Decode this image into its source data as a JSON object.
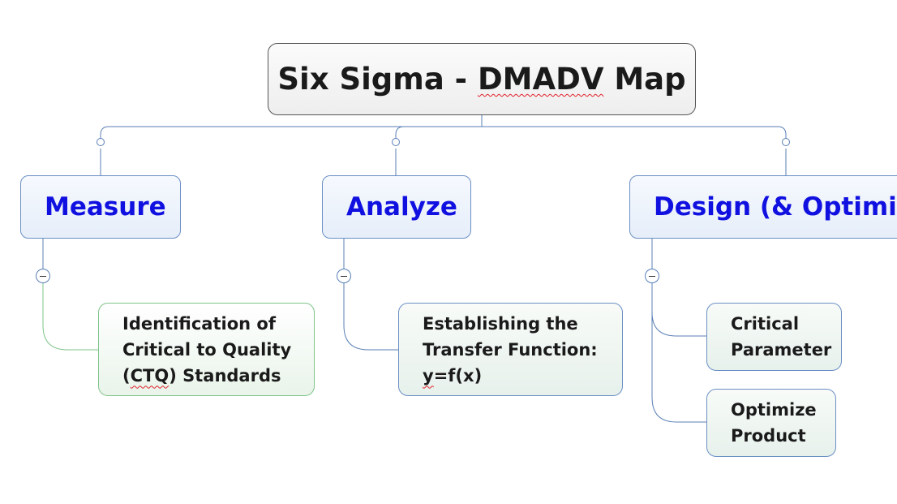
{
  "root": {
    "title_part1": "Six Sigma - ",
    "title_part2": "DMADV",
    "title_part3": " Map"
  },
  "branches": [
    {
      "label": "Measure"
    },
    {
      "label": "Analyze"
    },
    {
      "label": "Design (& Optimize)"
    }
  ],
  "leaves": {
    "measure": {
      "line1": "Identification of",
      "line2": "Critical to Quality",
      "line3a": "CTQ",
      "line3b": ") Standards",
      "paren_open": "("
    },
    "analyze": {
      "line1": "Establishing the",
      "line2": "Transfer Function:",
      "line3a": "y",
      "line3b": "=f(x)"
    },
    "design": [
      {
        "line1": "Critical",
        "line2": "Parameter"
      },
      {
        "line1": "Optimize",
        "line2": "Product"
      }
    ]
  },
  "colors": {
    "connector_blue": "#5a7fb5",
    "connector_green": "#7fc48a",
    "branch_text": "#1010e0"
  },
  "icons": {
    "collapse": "minus-circle-icon"
  }
}
